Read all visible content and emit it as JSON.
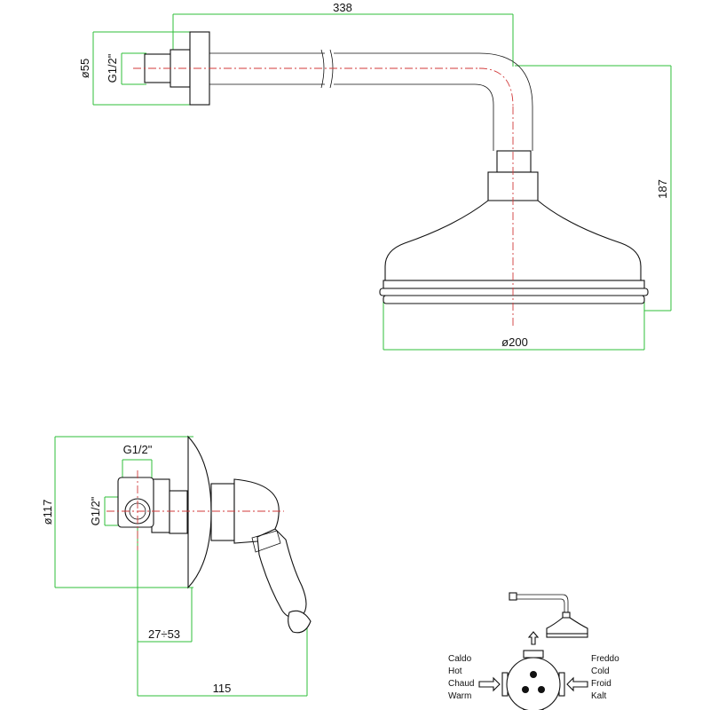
{
  "shower_head": {
    "width_dim": "338",
    "height_dim": "187",
    "rose_diameter": "ø200",
    "flange_diameter": "ø55",
    "thread": "G1/2\""
  },
  "mixer": {
    "plate_diameter": "ø117",
    "thread_top": "G1/2\"",
    "thread_side": "G1/2\"",
    "depth_range": "27÷53",
    "length": "115"
  },
  "legend": {
    "hot": [
      "Caldo",
      "Hot",
      "Chaud",
      "Warm"
    ],
    "cold": [
      "Freddo",
      "Cold",
      "Froid",
      "Kalt"
    ]
  },
  "colors": {
    "dimension_lines": "#2fbf3a",
    "center_lines": "#d23a3a",
    "outline": "#111111"
  }
}
